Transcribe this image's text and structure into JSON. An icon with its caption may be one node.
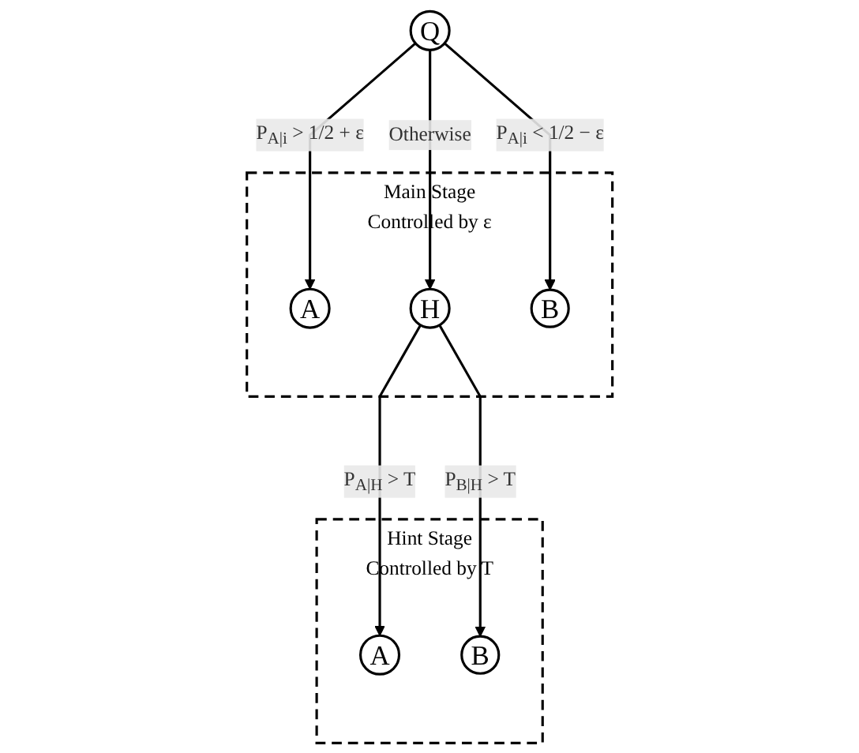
{
  "diagram": {
    "nodes": [
      {
        "text": [
          "Q"
        ]
      },
      {
        "text": [
          "Main Stage",
          "Controlled by ε"
        ]
      },
      {
        "text": [
          "A"
        ],
        "in": 1
      },
      {
        "text": [
          "H"
        ],
        "in": 1
      },
      {
        "text": [
          "B"
        ],
        "in": 1
      },
      {
        "text": [
          "Hint Stage",
          "Controlled by T"
        ]
      },
      {
        "text": [
          "A"
        ],
        "in": 5
      },
      {
        "text": [
          "B"
        ],
        "in": 5
      }
    ],
    "edges": [
      {
        "from": 0,
        "to": 2,
        "arrow": "to",
        "label": "P$_{A|i}$ > 1/2 + ε"
      },
      {
        "from": 0,
        "to": 3,
        "arrow": "to",
        "label": "Otherwise"
      },
      {
        "from": 0,
        "to": 4,
        "arrow": "to",
        "label": "P$_{A|i}$ < 1/2 − ε"
      },
      {
        "from": 3,
        "to": 6,
        "arrow": "to",
        "label": "P$_{A|H}$ > T"
      },
      {
        "from": 3,
        "to": 7,
        "arrow": "to",
        "label": "P$_{B|H}$ > T"
      }
    ]
  }
}
